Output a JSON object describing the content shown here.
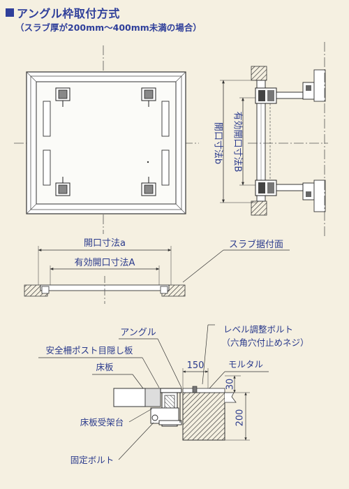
{
  "title": "アングル枠取付方式",
  "subtitle": "（スラブ厚が200mm～400mm未満の場合）",
  "plan_view": {
    "dim_b": "開口寸法b",
    "dim_B": "有効開口寸法B"
  },
  "section_view": {
    "dim_a": "開口寸法a",
    "dim_A": "有効開口寸法A",
    "slab_face": "スラブ据付面"
  },
  "detail_view": {
    "angle": "アングル",
    "guard_cover": "安全柵ポスト目隠し板",
    "floor_plate": "床板",
    "floor_support": "床板受架台",
    "fix_bolt": "固定ボルト",
    "level_bolt_line1": "レベル調整ボルト",
    "level_bolt_line2": "（六角穴付止めネジ）",
    "mortar": "モルタル",
    "dim_150": "150",
    "dim_30": "30",
    "dim_200": "200"
  },
  "colors": {
    "line": "#2a2a2a",
    "text": "#2a3a8c",
    "background": "#f5f0e1"
  }
}
